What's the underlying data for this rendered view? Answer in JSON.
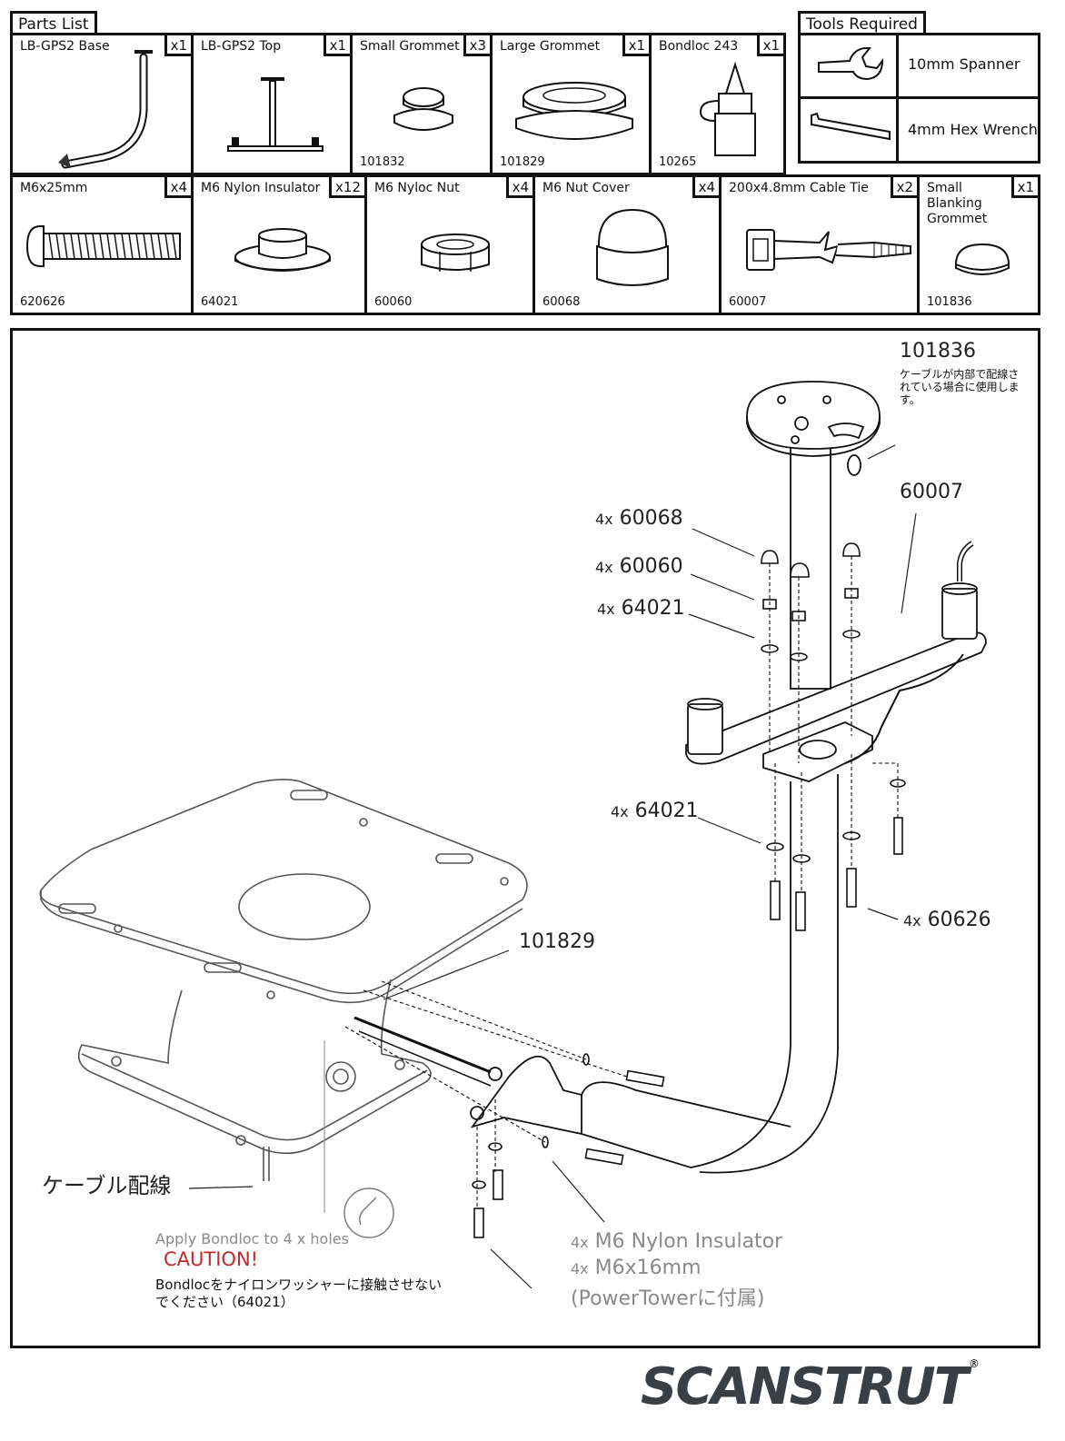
{
  "parts_list": {
    "title": "Parts List",
    "items": [
      {
        "name": "LB-GPS2 Base",
        "qty": "x1",
        "code": ""
      },
      {
        "name": "LB-GPS2 Top",
        "qty": "x1",
        "code": ""
      },
      {
        "name": "Small Grommet",
        "qty": "x3",
        "code": "101832"
      },
      {
        "name": "Large Grommet",
        "qty": "x1",
        "code": "101829"
      },
      {
        "name": "Bondloc 243",
        "qty": "x1",
        "code": "10265"
      },
      {
        "name": "M6x25mm",
        "qty": "x4",
        "code": "620626"
      },
      {
        "name": "M6 Nylon Insulator",
        "qty": "x12",
        "code": "64021"
      },
      {
        "name": "M6 Nyloc Nut",
        "qty": "x4",
        "code": "60060"
      },
      {
        "name": "M6 Nut Cover",
        "qty": "x4",
        "code": "60068"
      },
      {
        "name": "200x4.8mm Cable Tie",
        "qty": "x2",
        "code": "60007"
      },
      {
        "name": "Small Blanking Grommet",
        "qty": "x1",
        "code": "101836"
      }
    ]
  },
  "tools": {
    "title": "Tools Required",
    "items": [
      {
        "label": "10mm Spanner",
        "icon": "spanner-icon"
      },
      {
        "label": "4mm Hex Wrench",
        "icon": "hex-wrench-icon"
      }
    ]
  },
  "diagram": {
    "callouts": {
      "blanking_code": "101836",
      "blanking_note": "ケーブルが内部で配線されている場合に使用します。",
      "cable_tie_code": "60007",
      "top_covers": {
        "qty": "4x",
        "code": "60068"
      },
      "top_nuts": {
        "qty": "4x",
        "code": "60060"
      },
      "top_insulators": {
        "qty": "4x",
        "code": "64021"
      },
      "lower_insulators": {
        "qty": "4x",
        "code": "64021"
      },
      "lower_bolts": {
        "qty": "4x",
        "code": "60626"
      },
      "large_grommet": "101829",
      "cable_routing": "ケーブル配線",
      "apply_bondloc": "Apply Bondloc to 4 x holes",
      "caution": "CAUTION!",
      "caution_text_1": "Bondlocをナイロンワッシャーに接触させない",
      "caution_text_2": "でください（64021）",
      "supplied_1": {
        "qty": "4x",
        "text": "M6 Nylon Insulator"
      },
      "supplied_2": {
        "qty": "4x",
        "text": "M6x16mm"
      },
      "supplied_3": "(PowerTowerに付属)"
    }
  },
  "brand": {
    "logo": "SCANSTRUT",
    "mark": "®"
  },
  "colors": {
    "ink": "#111111",
    "caution": "#c0292b",
    "grey_text": "#8a8a8a",
    "logo": "#3a3f46"
  }
}
